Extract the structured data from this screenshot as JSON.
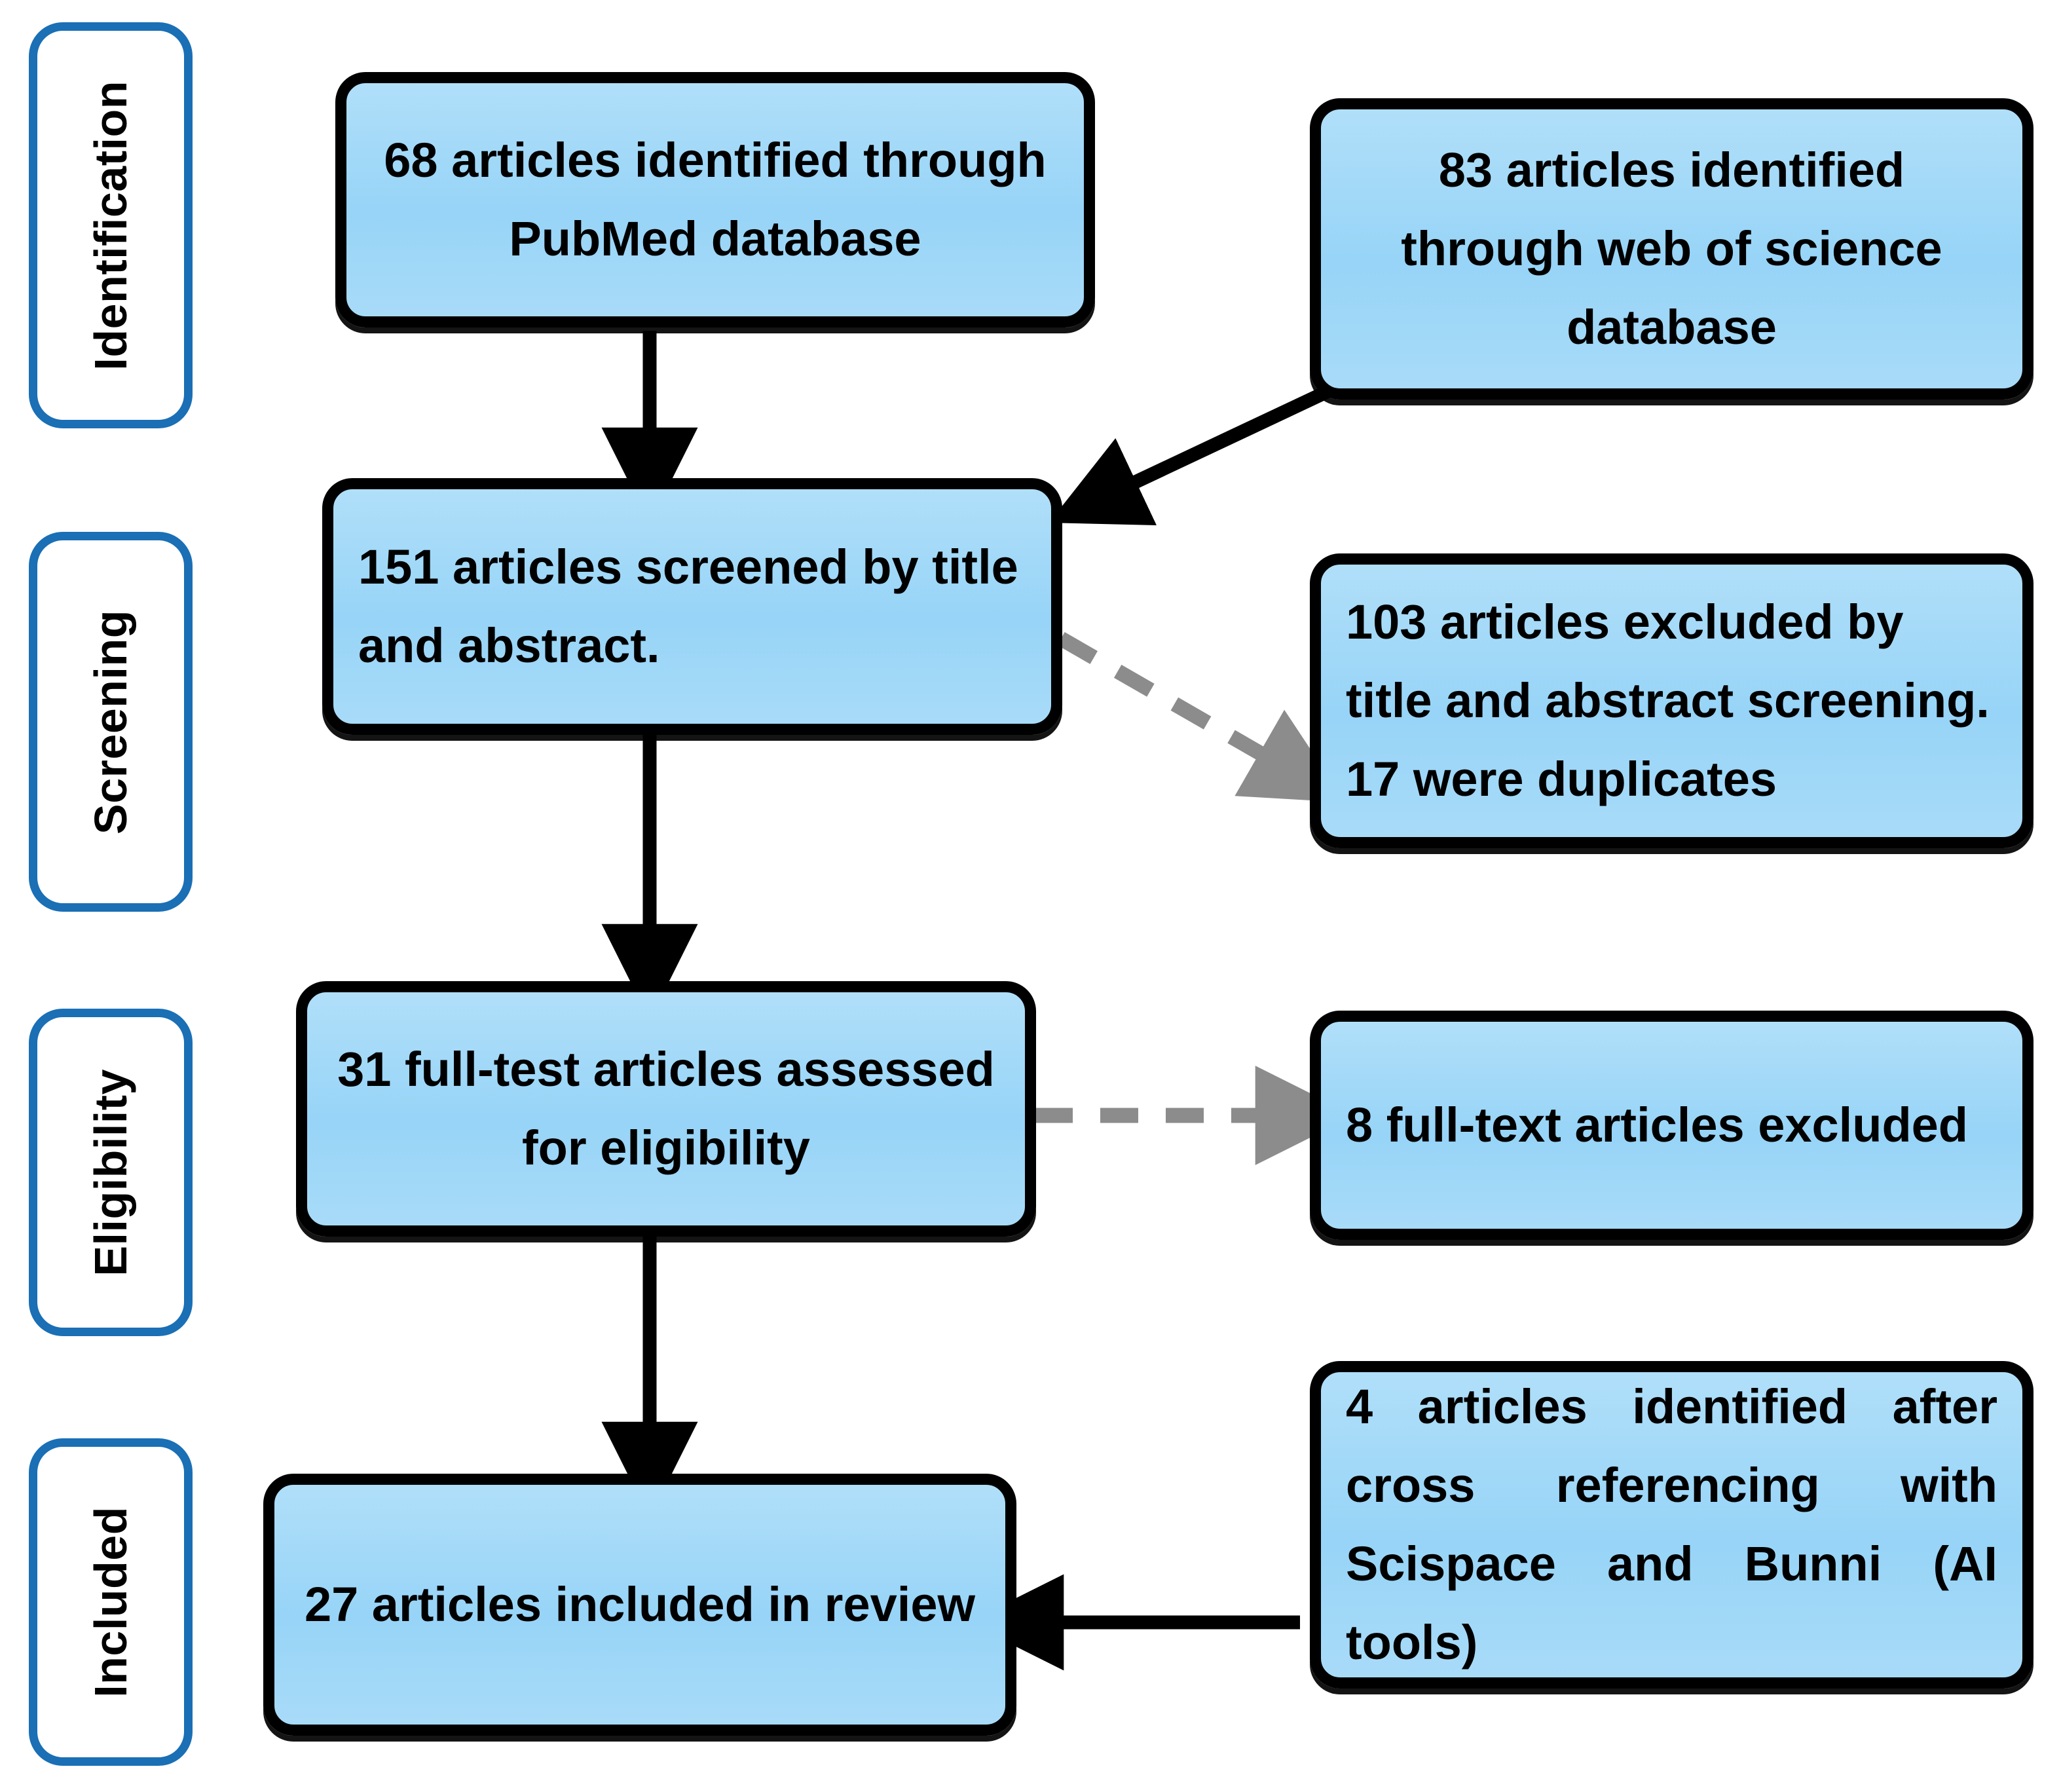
{
  "diagram": {
    "title": "PRISMA study selection flow diagram",
    "colors": {
      "box_fill_light": "#b0dff9",
      "box_fill_dark": "#97d4f7",
      "box_border": "#000000",
      "phase_label_border": "#1a6fb5",
      "solid_arrow": "#000000",
      "dashed_arrow": "#8c8c8c",
      "background": "#ffffff"
    }
  },
  "phases": [
    {
      "id": "identification",
      "label": "Identification"
    },
    {
      "id": "screening",
      "label": "Screening"
    },
    {
      "id": "eligibility",
      "label": "Eligibility"
    },
    {
      "id": "included",
      "label": "Included"
    }
  ],
  "boxes": {
    "pubmed": {
      "text": "68 articles identified through PubMed database",
      "align": "center"
    },
    "webofscience": {
      "text": "83 articles identified through web of science database",
      "align": "center"
    },
    "screened": {
      "text": "151 articles screened by title and abstract.",
      "align": "left"
    },
    "excluded_title_abstract": {
      "text": "103 articles excluded by title and abstract screening. 17 were duplicates",
      "align": "left"
    },
    "fulltext_assessed": {
      "text": "31 full-test articles assessed for eligibility",
      "align": "center"
    },
    "fulltext_excluded": {
      "text": "8 full-text articles excluded",
      "align": "left"
    },
    "cross_referencing": {
      "text": "4 articles identified after cross referencing with Scispace and Bunni (AI tools)",
      "align": "justify"
    },
    "included_review": {
      "text": "27 articles included in review",
      "align": "center"
    }
  },
  "chart_data": {
    "type": "diagram",
    "title": "PRISMA flow diagram of article selection",
    "nodes": [
      {
        "id": "pubmed",
        "phase": "Identification",
        "count": 68,
        "label": "68 articles identified through PubMed database"
      },
      {
        "id": "webofscience",
        "phase": "Identification",
        "count": 83,
        "label": "83 articles identified through web of science database"
      },
      {
        "id": "screened",
        "phase": "Screening",
        "count": 151,
        "label": "151 articles screened by title and abstract."
      },
      {
        "id": "excluded_title_abstract",
        "phase": "Screening",
        "count": 103,
        "duplicates": 17,
        "label": "103 articles excluded by title and abstract screening. 17 were duplicates"
      },
      {
        "id": "fulltext_assessed",
        "phase": "Eligibility",
        "count": 31,
        "label": "31 full-test articles assessed for eligibility"
      },
      {
        "id": "fulltext_excluded",
        "phase": "Eligibility",
        "count": 8,
        "label": "8 full-text articles excluded"
      },
      {
        "id": "cross_referencing",
        "phase": "Included",
        "count": 4,
        "label": "4 articles identified after cross referencing with Scispace and Bunni (AI tools)"
      },
      {
        "id": "included_review",
        "phase": "Included",
        "count": 27,
        "label": "27 articles included in review"
      }
    ],
    "edges": [
      {
        "from": "pubmed",
        "to": "screened",
        "style": "solid",
        "color": "#000000"
      },
      {
        "from": "webofscience",
        "to": "screened",
        "style": "solid",
        "color": "#000000"
      },
      {
        "from": "screened",
        "to": "excluded_title_abstract",
        "style": "dashed",
        "color": "#8c8c8c"
      },
      {
        "from": "screened",
        "to": "fulltext_assessed",
        "style": "solid",
        "color": "#000000"
      },
      {
        "from": "fulltext_assessed",
        "to": "fulltext_excluded",
        "style": "dashed",
        "color": "#8c8c8c"
      },
      {
        "from": "fulltext_assessed",
        "to": "included_review",
        "style": "solid",
        "color": "#000000"
      },
      {
        "from": "cross_referencing",
        "to": "included_review",
        "style": "solid",
        "color": "#000000"
      }
    ]
  }
}
